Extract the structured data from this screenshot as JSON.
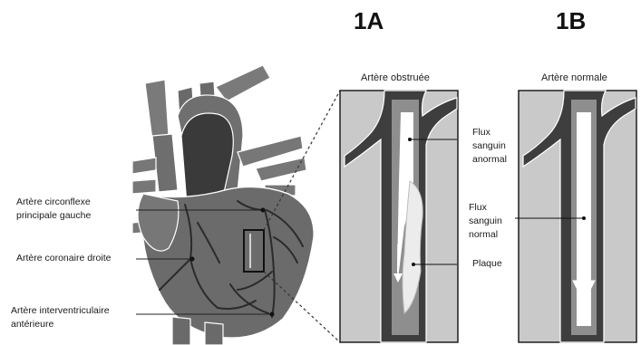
{
  "panels": {
    "a": {
      "id": "1A",
      "title": "Artère obstruée"
    },
    "b": {
      "id": "1B",
      "title": "Artère normale"
    }
  },
  "labels": {
    "circumflex_1": "Artère circonflexe",
    "circumflex_2": "principale gauche",
    "right_coronary": "Artère coronaire droite",
    "lad_1": "Artère interventriculaire",
    "lad_2": "antérieure",
    "abnormal_flow_1": "Flux",
    "abnormal_flow_2": "sanguin",
    "abnormal_flow_3": "anormal",
    "normal_flow_1": "Flux",
    "normal_flow_2": "sanguin",
    "normal_flow_3": "normal",
    "plaque": "Plaque"
  },
  "colors": {
    "heart": "#6f6f6f",
    "heart_dark": "#3a3a3a",
    "vessel_bg": "#c9c9c9",
    "artery": "#3d3d3d",
    "lumen": "#ffffff"
  }
}
